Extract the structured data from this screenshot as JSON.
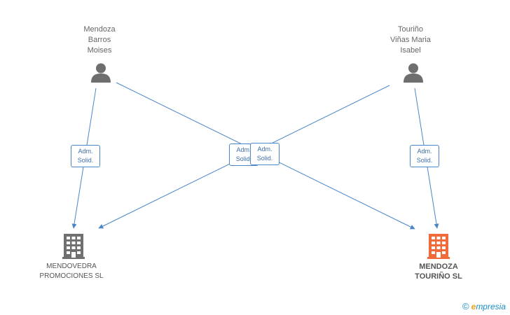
{
  "persons": [
    {
      "id": "p1",
      "name_lines": [
        "Mendoza",
        "Barros",
        "Moises"
      ]
    },
    {
      "id": "p2",
      "name_lines": [
        "Touriño",
        "Viñas Maria",
        "Isabel"
      ]
    }
  ],
  "companies": [
    {
      "id": "c1",
      "name_lines": [
        "MENDOVEDRA",
        "PROMOCIONES SL"
      ],
      "highlight": false
    },
    {
      "id": "c2",
      "name_lines": [
        "MENDOZA",
        "TOURIÑO SL"
      ],
      "highlight": true
    }
  ],
  "relations": [
    {
      "from": "p1",
      "to": "c1",
      "role_lines": [
        "Adm.",
        "Solid."
      ]
    },
    {
      "from": "p1",
      "to": "c2",
      "role_lines": [
        "Adm.",
        "Solid."
      ]
    },
    {
      "from": "p2",
      "to": "c1",
      "role_lines": [
        "Adm.",
        "Solid."
      ]
    },
    {
      "from": "p2",
      "to": "c2",
      "role_lines": [
        "Adm.",
        "Solid."
      ]
    }
  ],
  "colors": {
    "edge": "#4a86c8",
    "person_icon": "#6e6e6e",
    "company_icon": "#707070",
    "company_icon_highlight": "#f06a3a"
  },
  "watermark": {
    "copyright": "©",
    "brand_first": "e",
    "brand_rest": "mpresia"
  }
}
